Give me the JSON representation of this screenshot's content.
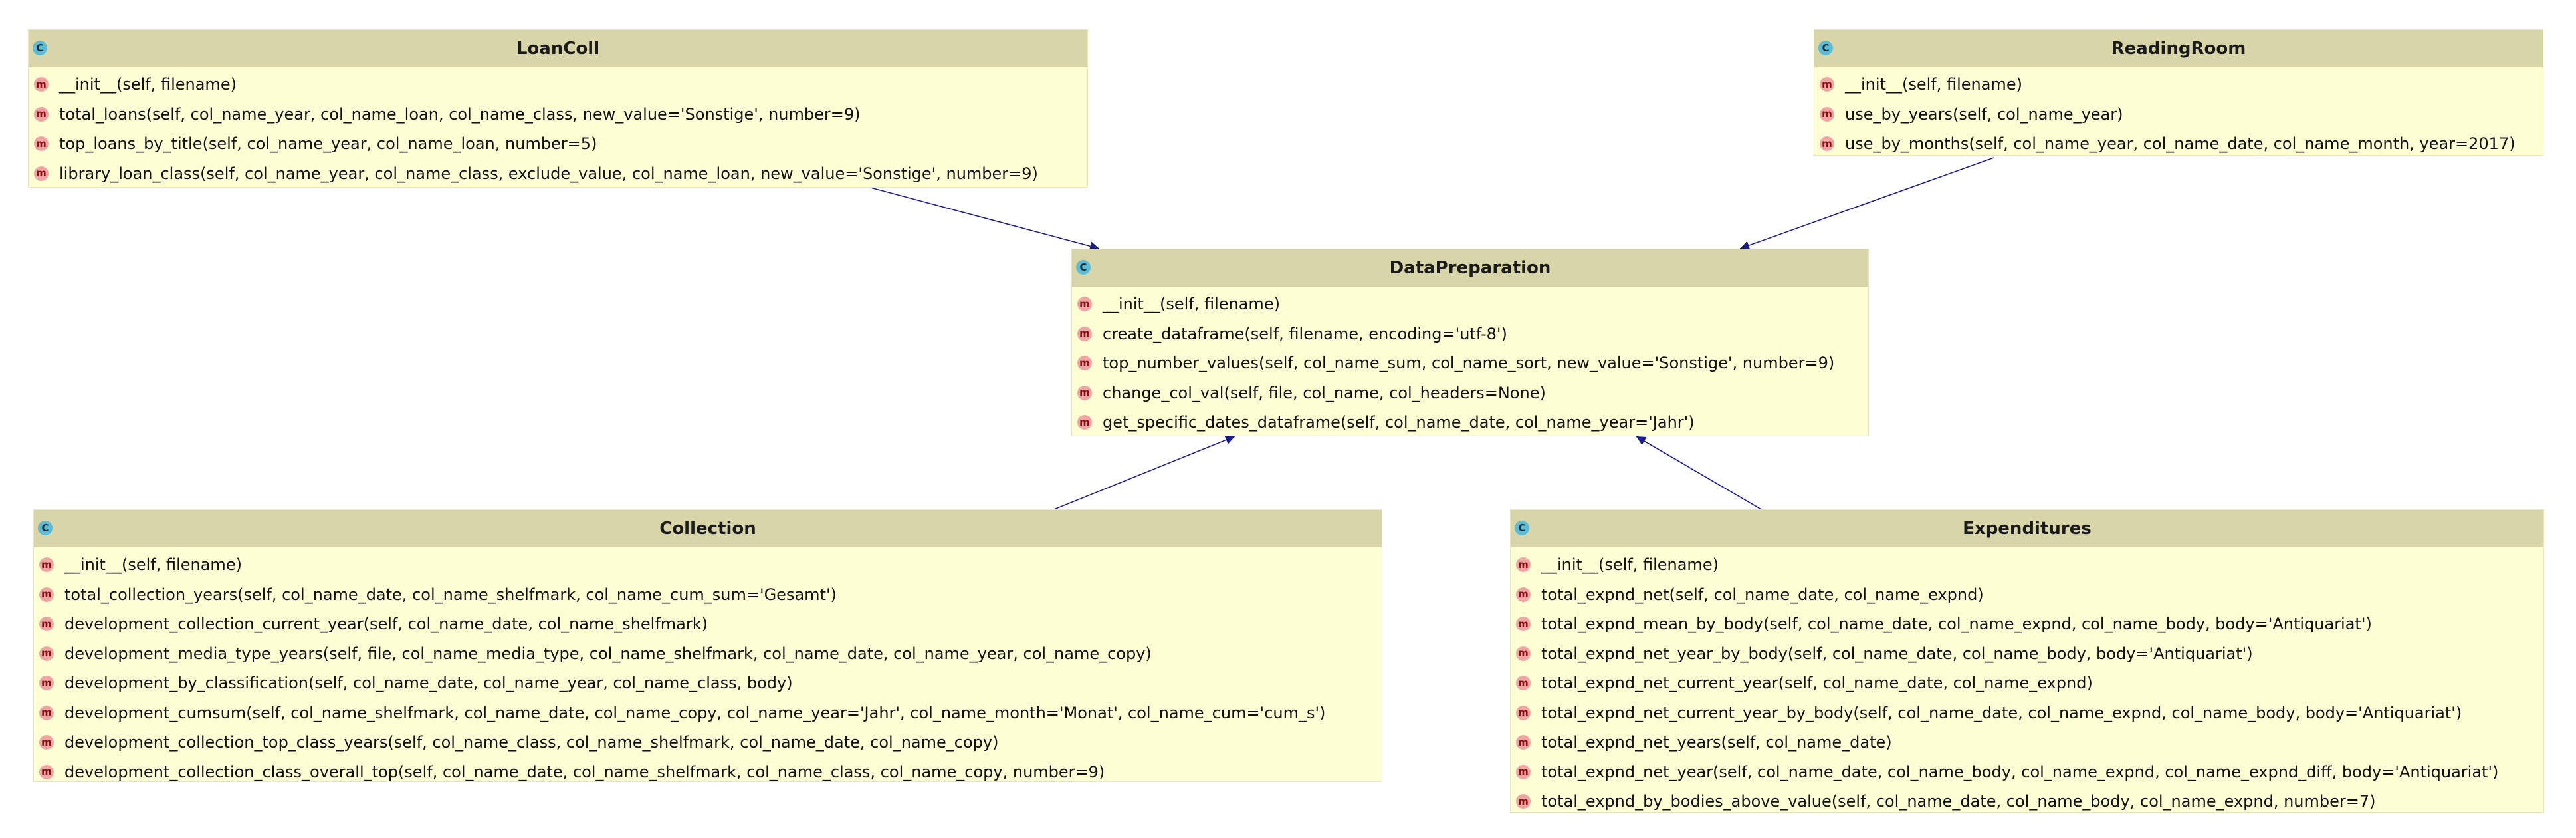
{
  "classes": {
    "loancoll": {
      "name": "LoanColl",
      "methods": [
        "__init__(self, filename)",
        "total_loans(self, col_name_year, col_name_loan, col_name_class, new_value='Sonstige', number=9)",
        "top_loans_by_title(self, col_name_year, col_name_loan, number=5)",
        "library_loan_class(self, col_name_year, col_name_class, exclude_value, col_name_loan, new_value='Sonstige', number=9)"
      ]
    },
    "readingroom": {
      "name": "ReadingRoom",
      "methods": [
        "__init__(self, filename)",
        "use_by_years(self, col_name_year)",
        "use_by_months(self, col_name_year, col_name_date, col_name_month, year=2017)"
      ]
    },
    "datapreparation": {
      "name": "DataPreparation",
      "methods": [
        "__init__(self, filename)",
        "create_dataframe(self, filename, encoding='utf-8')",
        "top_number_values(self, col_name_sum, col_name_sort, new_value='Sonstige', number=9)",
        "change_col_val(self, file, col_name, col_headers=None)",
        "get_specific_dates_dataframe(self, col_name_date, col_name_year='Jahr')"
      ]
    },
    "collection": {
      "name": "Collection",
      "methods": [
        "__init__(self, filename)",
        "total_collection_years(self, col_name_date, col_name_shelfmark, col_name_cum_sum='Gesamt')",
        "development_collection_current_year(self, col_name_date, col_name_shelfmark)",
        "development_media_type_years(self, file, col_name_media_type, col_name_shelfmark, col_name_date, col_name_year, col_name_copy)",
        "development_by_classification(self, col_name_date, col_name_year, col_name_class, body)",
        "development_cumsum(self, col_name_shelfmark, col_name_date, col_name_copy, col_name_year='Jahr', col_name_month='Monat', col_name_cum='cum_s')",
        "development_collection_top_class_years(self, col_name_class, col_name_shelfmark, col_name_date, col_name_copy)",
        "development_collection_class_overall_top(self, col_name_date, col_name_shelfmark, col_name_class, col_name_copy, number=9)"
      ]
    },
    "expenditures": {
      "name": "Expenditures",
      "methods": [
        "__init__(self, filename)",
        "total_expnd_net(self, col_name_date, col_name_expnd)",
        "total_expnd_mean_by_body(self, col_name_date, col_name_expnd, col_name_body, body='Antiquariat')",
        "total_expnd_net_year_by_body(self, col_name_date, col_name_body, body='Antiquariat')",
        "total_expnd_net_current_year(self, col_name_date, col_name_expnd)",
        "total_expnd_net_current_year_by_body(self, col_name_date, col_name_expnd, col_name_body, body='Antiquariat')",
        "total_expnd_net_years(self, col_name_date)",
        "total_expnd_net_year(self, col_name_date, col_name_body, col_name_expnd, col_name_expnd_diff, body='Antiquariat')",
        "total_expnd_by_bodies_above_value(self, col_name_date, col_name_body, col_name_expnd, number=7)"
      ]
    }
  },
  "icons": {
    "class_icon": "C",
    "method_icon": "m"
  },
  "colors": {
    "header": "#d8d6a8",
    "body": "#fefed5",
    "arrow": "#1c1c8c",
    "class_icon": "#5dbbd6",
    "method_icon": "#f0a5a5"
  }
}
